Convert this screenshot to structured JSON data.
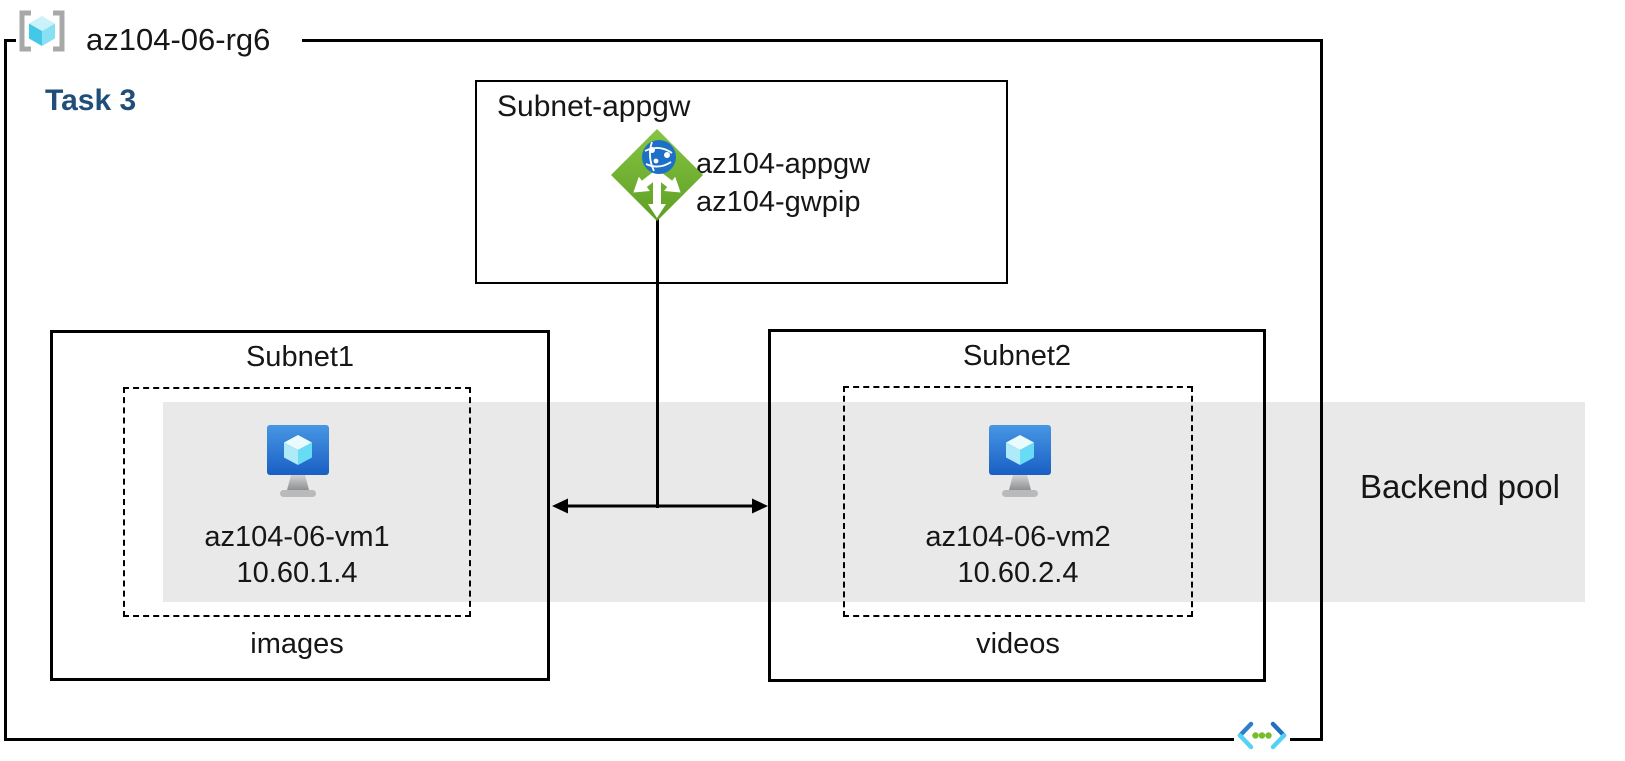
{
  "diagram": {
    "resource_group": {
      "name": "az104-06-rg6",
      "icon": "resource-group-icon"
    },
    "task": {
      "label": "Task 3"
    },
    "appgw_subnet": {
      "label": "Subnet-appgw",
      "icon": "application-gateway-icon",
      "gateway_name": "az104-appgw",
      "public_ip_name": "az104-gwpip"
    },
    "subnet1": {
      "label": "Subnet1",
      "icon": "virtual-machine-icon",
      "vm_name": "az104-06-vm1",
      "vm_ip": "10.60.1.4",
      "caption": "images"
    },
    "subnet2": {
      "label": "Subnet2",
      "icon": "virtual-machine-icon",
      "vm_name": "az104-06-vm2",
      "vm_ip": "10.60.2.4",
      "caption": "videos"
    },
    "backend_pool": {
      "label": "Backend pool"
    },
    "vnet": {
      "icon": "virtual-network-icon"
    },
    "connections": {
      "appgw_to_backend": "vertical line from application gateway to double-headed arrow between Subnet1 and Subnet2"
    },
    "colors": {
      "border_black": "#000000",
      "task_label_blue": "#1F4E79",
      "backend_pool_band_gray": "#E9E9E9",
      "appgw_green": "#6FB22E",
      "globe_blue": "#1C70C8",
      "vm_screen_blue": "#2F7FD6",
      "cube_cyan": "#69DCF5",
      "vnet_blue": "#2E7FCB",
      "vnet_cyan": "#54D2F4",
      "vnet_dot_green": "#76BC2D",
      "rg_bracket_gray": "#A8A8A8"
    }
  }
}
